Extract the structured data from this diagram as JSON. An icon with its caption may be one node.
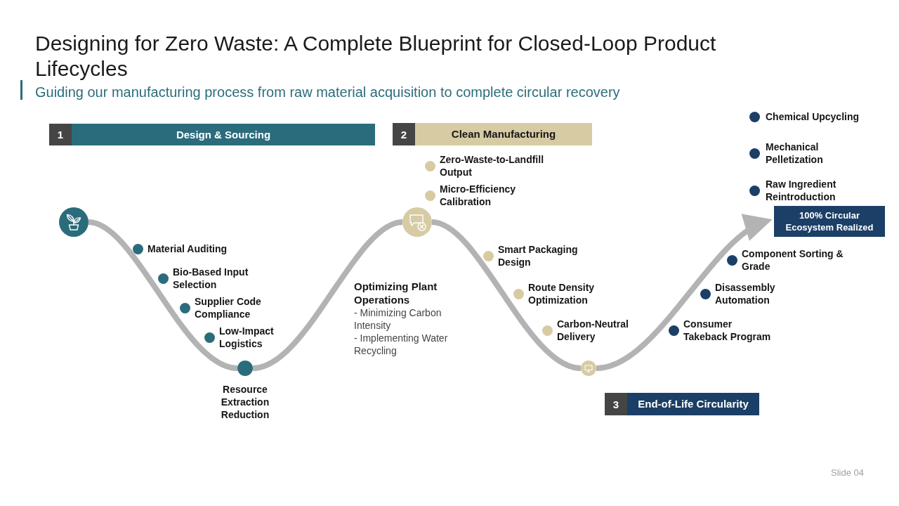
{
  "diagram": {
    "title": "Designing for Zero Waste: A Complete Blueprint for Closed-Loop Product Lifecycles",
    "nodes": [
      {
        "text": [
          "1",
          "Design & Sourcing"
        ]
      },
      {
        "text": [],
        "shape": "circle"
      },
      {
        "text": [],
        "shape": "circle",
        "beside": [
          "Material Auditing"
        ]
      },
      {
        "text": [],
        "shape": "circle",
        "beside": [
          "Bio-Based Input Selection"
        ]
      },
      {
        "text": [],
        "shape": "circle",
        "beside": [
          "Supplier Code Compliance"
        ]
      },
      {
        "text": [],
        "shape": "circle",
        "beside": [
          "Low-Impact Logistics"
        ]
      },
      {
        "text": [],
        "shape": "circle",
        "beside": [
          "Resource Extraction Reduction"
        ]
      },
      {
        "text": [
          "2",
          "Clean Manufacturing"
        ]
      },
      {
        "text": [],
        "shape": "circle",
        "beside": [
          "Zero-Waste-to-Landfill Output"
        ]
      },
      {
        "text": [],
        "shape": "circle",
        "beside": [
          "Micro-Efficiency Calibration"
        ]
      },
      {
        "text": [],
        "shape": "circle"
      },
      {
        "text": [],
        "shape": "circle",
        "beside": [
          "Smart Packaging Design"
        ]
      },
      {
        "text": [],
        "shape": "circle",
        "beside": [
          "Route Density Optimization"
        ]
      },
      {
        "text": [],
        "shape": "circle",
        "beside": [
          "Carbon-Neutral Delivery"
        ]
      },
      {
        "text": [],
        "shape": "circle"
      },
      {
        "text": [],
        "shape": "circle",
        "beside": [
          "Consumer Takeback Program"
        ]
      },
      {
        "text": [],
        "shape": "circle",
        "beside": [
          "Disassembly Automation"
        ]
      },
      {
        "text": [],
        "shape": "circle",
        "beside": [
          "Component Sorting & Grade"
        ]
      },
      {
        "text": [
          "3",
          "End-of-Life Circularity"
        ]
      },
      {
        "text": [],
        "shape": "circle",
        "beside": [
          "Chemical Upcycling"
        ]
      },
      {
        "text": [],
        "shape": "circle",
        "beside": [
          "Mechanical Pelletization"
        ]
      },
      {
        "text": [],
        "shape": "circle",
        "beside": [
          "Raw Ingredient Reintroduction"
        ]
      },
      {
        "text": [
          "100% Circular Ecosystem Realized"
        ]
      }
    ],
    "edges": [
      {
        "from": 1,
        "to": 6,
        "arrow": "none"
      },
      {
        "from": 6,
        "to": 10,
        "arrow": "none"
      },
      {
        "from": 10,
        "to": 14,
        "arrow": "none"
      },
      {
        "from": 14,
        "to": 22,
        "arrow": "to"
      }
    ],
    "labels": [
      "Guiding our manufacturing process from raw material acquisition to complete circular recovery",
      "Optimizing Plant Operations",
      "- Minimizing Carbon Intensity",
      "- Implementing Water Recycling",
      "Slide 04"
    ]
  }
}
